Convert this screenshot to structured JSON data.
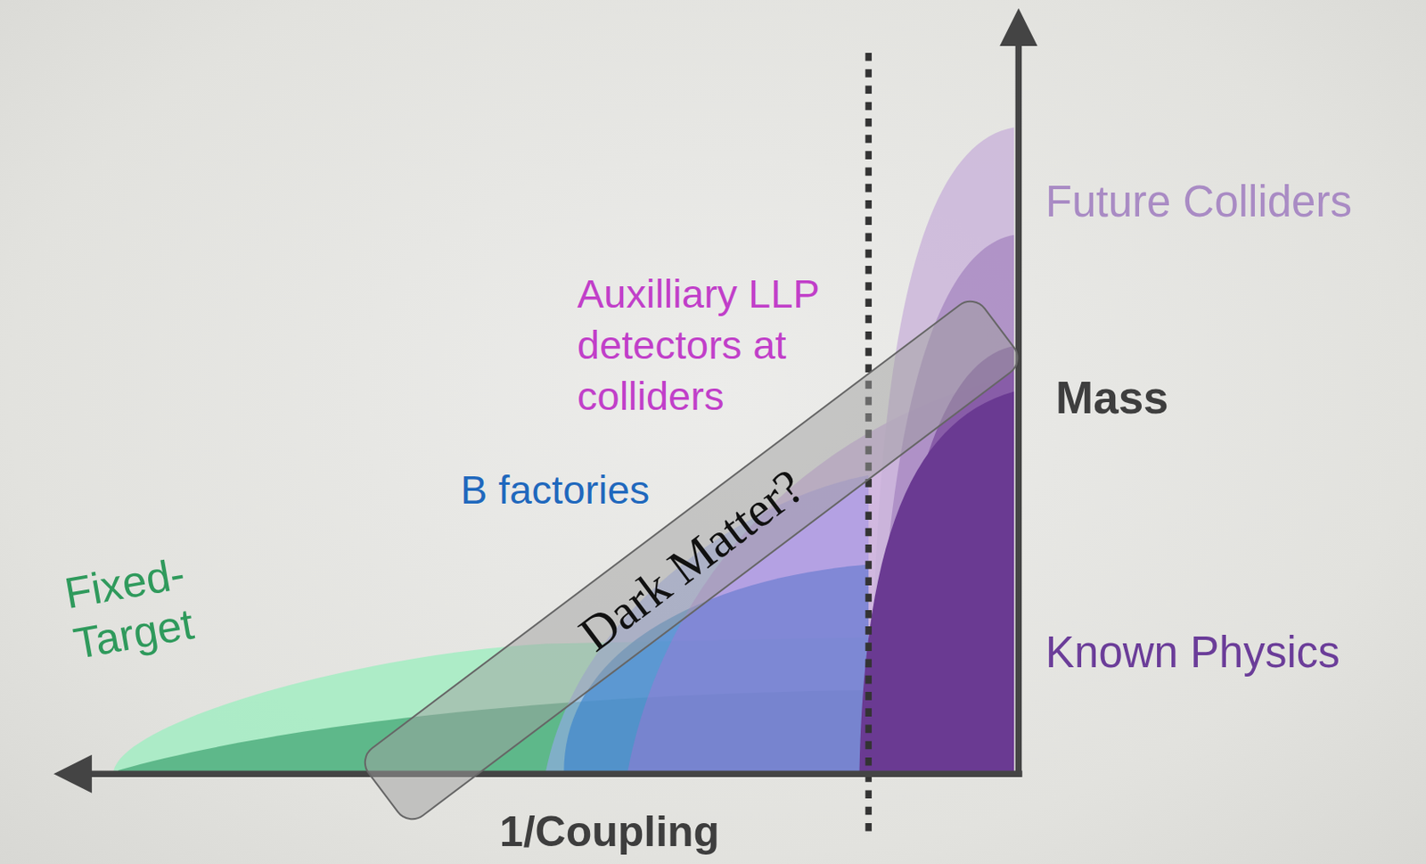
{
  "diagram": {
    "nodes": [
      {
        "text": [
          "Dark Matter?"
        ]
      }
    ],
    "labels": [
      "Future Colliders",
      "Auxilliary LLP detectors at colliders",
      "B factories",
      "Fixed-Target",
      "Known Physics",
      "Mass",
      "1/Coupling"
    ]
  }
}
